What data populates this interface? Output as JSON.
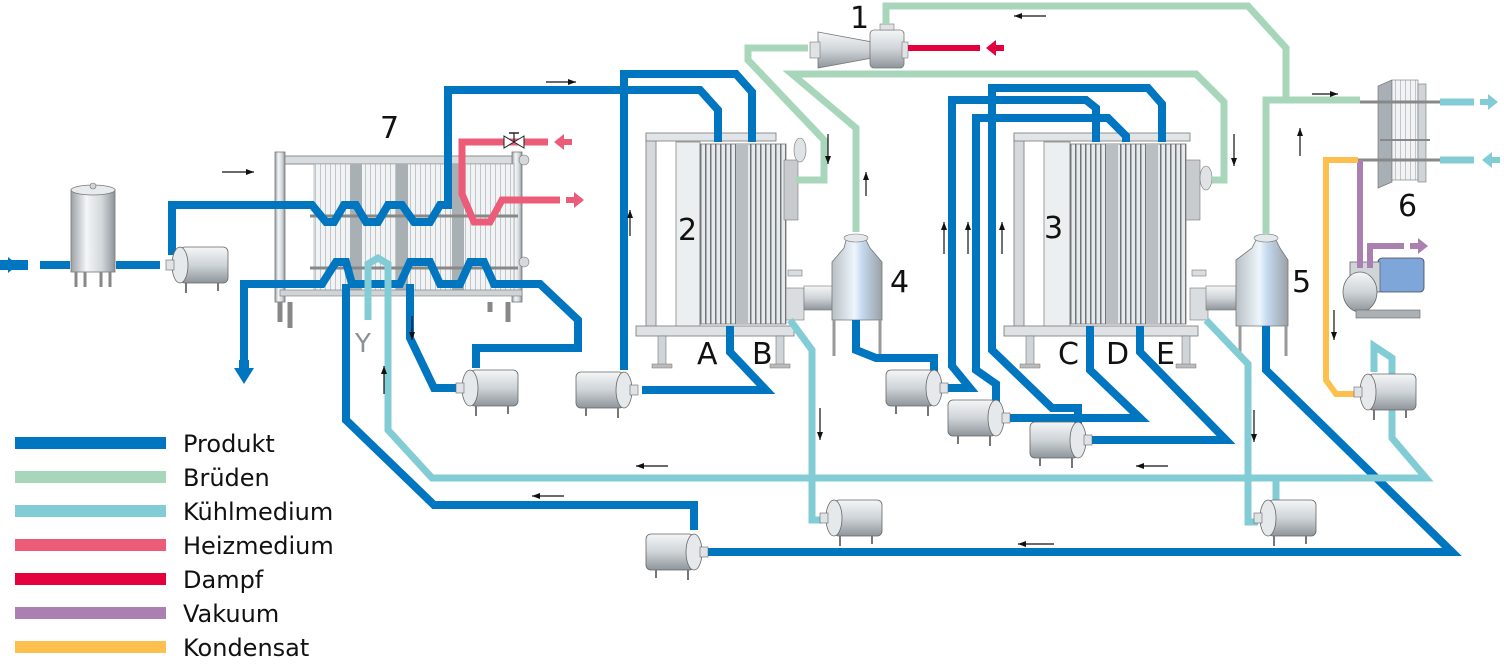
{
  "colors": {
    "produkt": "#0075c0",
    "brueden": "#a8d6bb",
    "kuehlmedium": "#82ccd5",
    "heizmedium": "#ec5c78",
    "dampf": "#e3003c",
    "vakuum": "#a980b0",
    "kondensat": "#fdbf4d",
    "metal": "#d9dde0",
    "metal_dark": "#9aa1a6"
  },
  "component_labels": [
    {
      "id": "1",
      "text": "1"
    },
    {
      "id": "2",
      "text": "2"
    },
    {
      "id": "3",
      "text": "3"
    },
    {
      "id": "4",
      "text": "4"
    },
    {
      "id": "5",
      "text": "5"
    },
    {
      "id": "6",
      "text": "6"
    },
    {
      "id": "7",
      "text": "7"
    }
  ],
  "port_labels": {
    "A": "A",
    "B": "B",
    "C": "C",
    "D": "D",
    "E": "E",
    "Y": "Y"
  },
  "legend": [
    {
      "key": "produkt",
      "label": "Produkt"
    },
    {
      "key": "brueden",
      "label": "Brüden"
    },
    {
      "key": "kuehlmedium",
      "label": "Kühlmedium"
    },
    {
      "key": "heizmedium",
      "label": "Heizmedium"
    },
    {
      "key": "dampf",
      "label": "Dampf"
    },
    {
      "key": "vakuum",
      "label": "Vakuum"
    },
    {
      "key": "kondensat",
      "label": "Kondensat"
    }
  ]
}
